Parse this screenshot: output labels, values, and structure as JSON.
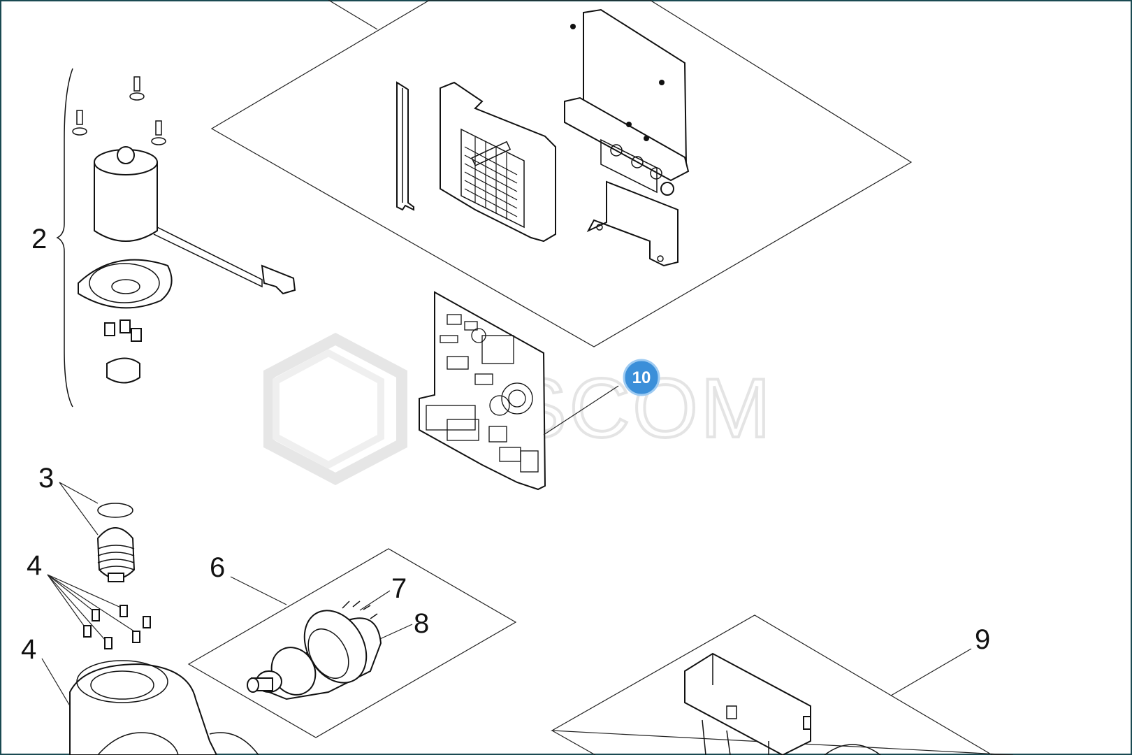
{
  "diagram": {
    "labels": {
      "l2": "2",
      "l3": "3",
      "l4a": "4",
      "l4b": "4",
      "l6": "6",
      "l7": "7",
      "l8": "8",
      "l9": "9"
    },
    "badge": "10",
    "watermark": "USCOM",
    "colors": {
      "frame": "#1a4a52",
      "line": "#222222",
      "badge": "#3b8fd9",
      "watermark": "#e4e4e4"
    }
  }
}
